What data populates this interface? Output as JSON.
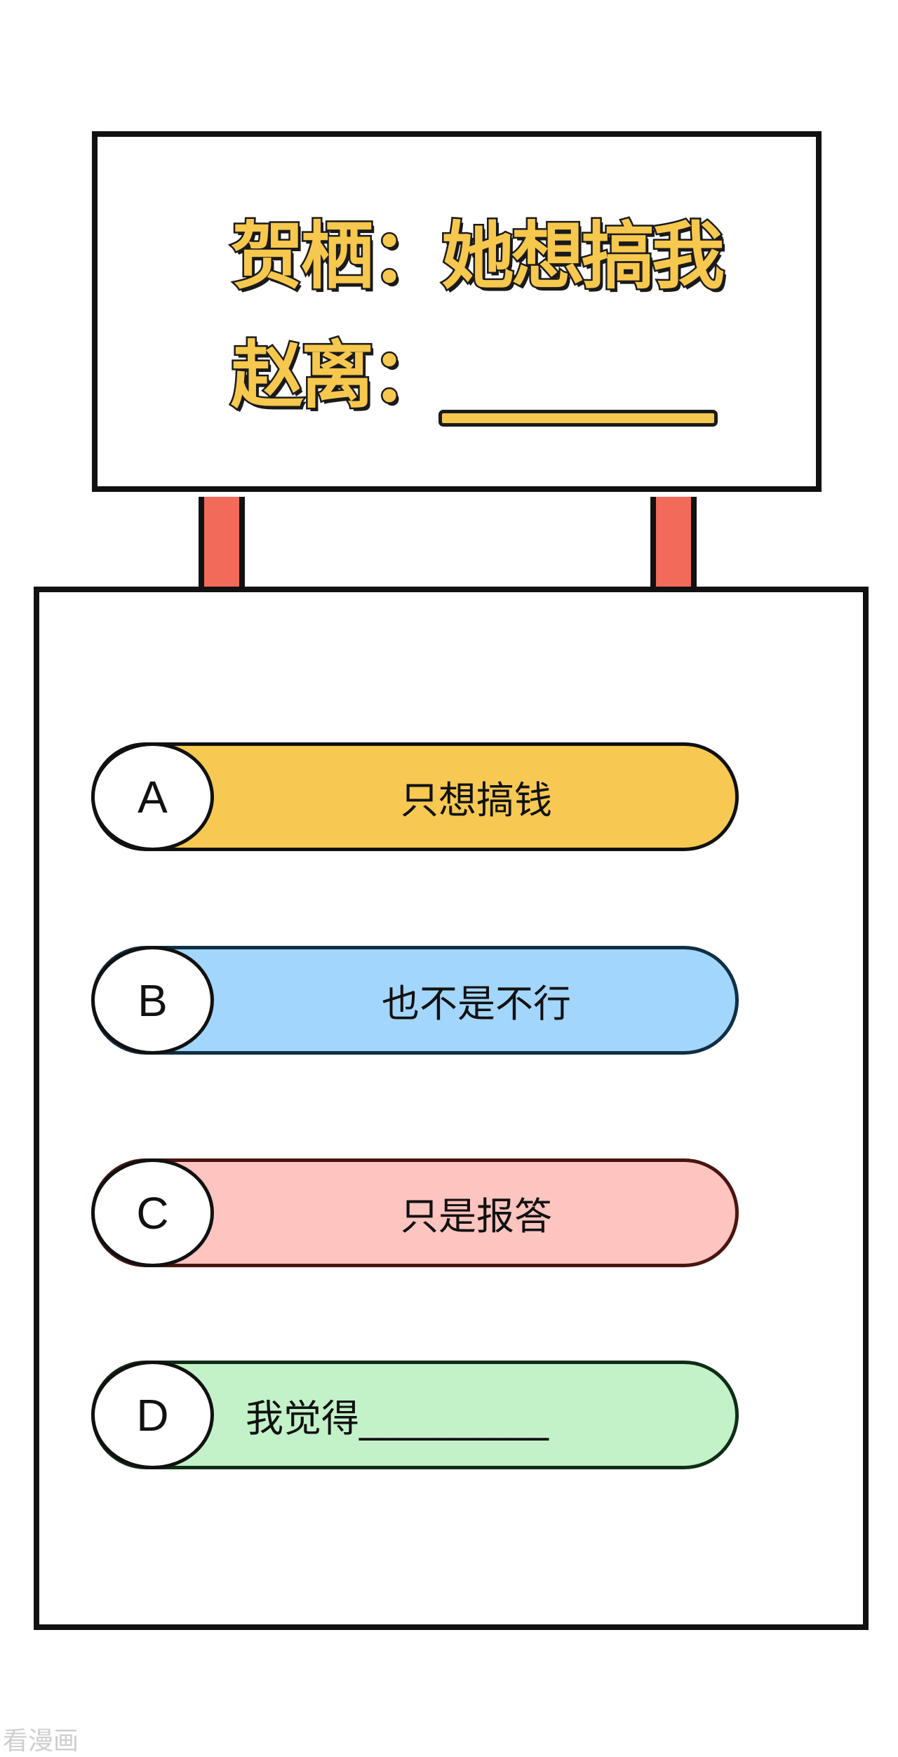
{
  "sign": {
    "line1": "贺栖：她想搞我",
    "line2": "赵离："
  },
  "options": [
    {
      "letter": "A",
      "text": "只想搞钱",
      "fill": "#f7c952",
      "border": "#111111"
    },
    {
      "letter": "B",
      "text": "也不是不行",
      "fill": "#a3d6fc",
      "border": "#0f2f45"
    },
    {
      "letter": "C",
      "text": "只是报答",
      "fill": "#fec4bf",
      "border": "#4a1510"
    },
    {
      "letter": "D",
      "text": "我觉得__________",
      "fill": "#c3f2c9",
      "border": "#0f2d16"
    }
  ],
  "watermark": "看漫画",
  "colors": {
    "title_fill": "#f7c84e",
    "post": "#f26a5a",
    "outline": "#111111"
  }
}
